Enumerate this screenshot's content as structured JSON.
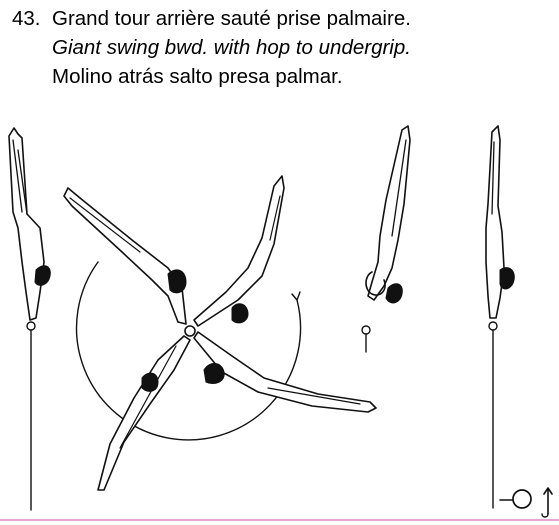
{
  "element": {
    "number": "43.",
    "name_fr": "Grand tour arrière sauté prise palmaire.",
    "name_en": "Giant swing bwd. with hop to undergrip.",
    "name_es": "Molino atrás salto presa palmar."
  },
  "colors": {
    "ink": "#111111",
    "background": "#ffffff",
    "bottom_rule": "#e8a6d8"
  },
  "symbol": {
    "name": "undergrip-hop-symbol",
    "glyphs": "-O↑"
  }
}
